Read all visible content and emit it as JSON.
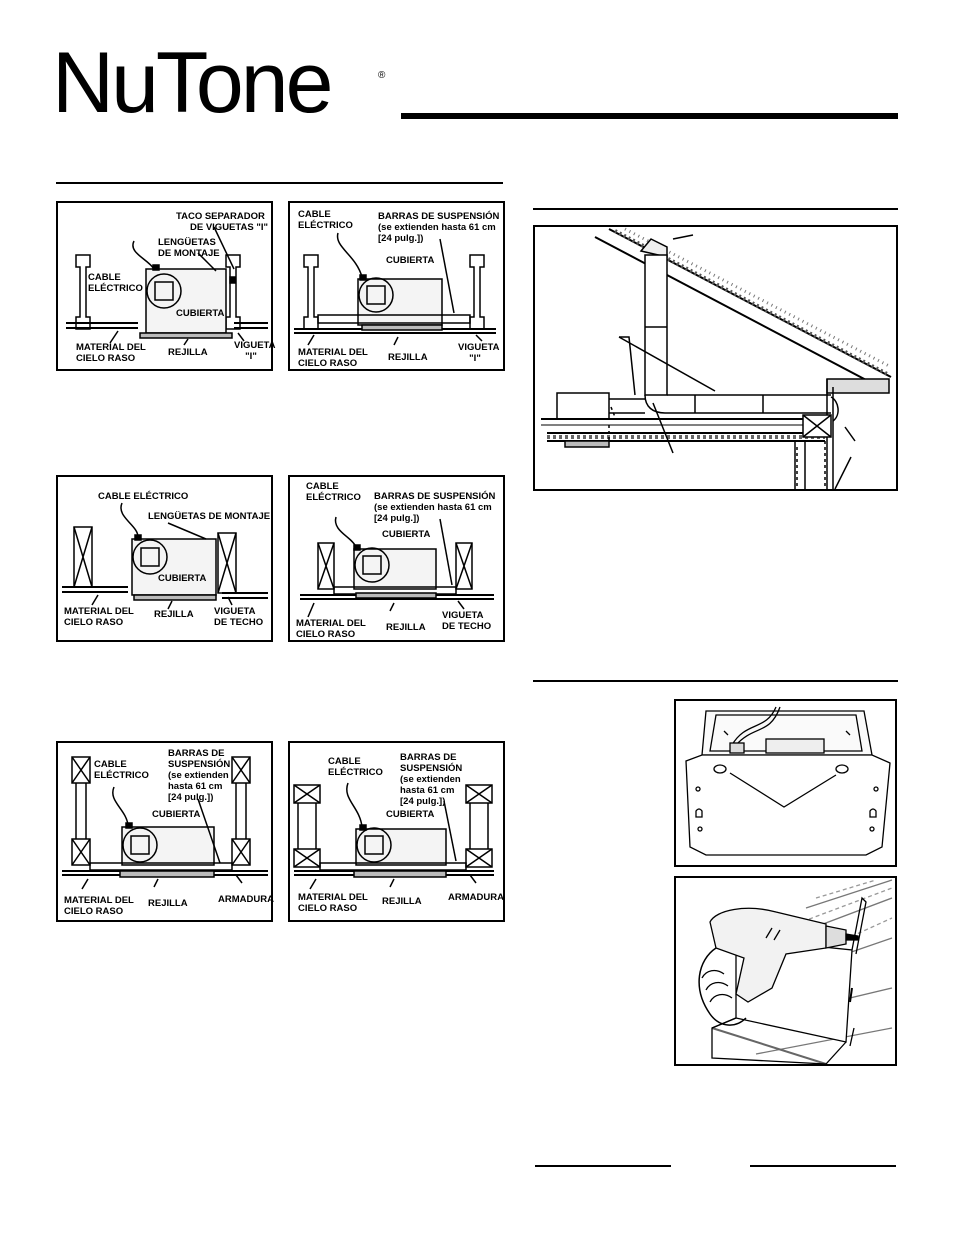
{
  "brand": {
    "name": "NuTone",
    "registered": "®"
  },
  "panels": {
    "p1": {
      "taco": "TACO SEPARADOR",
      "taco2": "DE VIGUETAS \"I\"",
      "leng": "LENGÜETAS",
      "leng2": "DE MONTAJE",
      "cable": "CABLE",
      "cable2": "ELÉCTRICO",
      "cubierta": "CUBIERTA",
      "mat": "MATERIAL DEL",
      "mat2": "CIELO RASO",
      "rejilla": "REJILLA",
      "vig": "VIGUETA",
      "vig2": "\"I\""
    },
    "p2": {
      "cable": "CABLE",
      "cable2": "ELÉCTRICO",
      "barras": "BARRAS DE SUSPENSIÓN",
      "barras2": "(se extienden hasta 61 cm",
      "barras3": "[24 pulg.])",
      "cubierta": "CUBIERTA",
      "mat": "MATERIAL DEL",
      "mat2": "CIELO RASO",
      "rejilla": "REJILLA",
      "vig": "VIGUETA",
      "vig2": "\"I\""
    },
    "p3": {
      "cable": "CABLE ELÉCTRICO",
      "leng": "LENGÜETAS DE MONTAJE",
      "cubierta": "CUBIERTA",
      "mat": "MATERIAL DEL",
      "mat2": "CIELO RASO",
      "rejilla": "REJILLA",
      "vig": "VIGUETA",
      "vig2": "DE TECHO"
    },
    "p4": {
      "cable": "CABLE",
      "cable2": "ELÉCTRICO",
      "barras": "BARRAS DE SUSPENSIÓN",
      "barras2": "(se extienden hasta 61 cm",
      "barras3": "[24 pulg.])",
      "cubierta": "CUBIERTA",
      "mat": "MATERIAL DEL",
      "mat2": "CIELO RASO",
      "rejilla": "REJILLA",
      "vig": "VIGUETA",
      "vig2": "DE TECHO"
    },
    "p5": {
      "cable": "CABLE",
      "cable2": "ELÉCTRICO",
      "barras": "BARRAS DE",
      "barras2": "SUSPENSIÓN",
      "barras3": "(se extienden",
      "barras4": "hasta 61 cm",
      "barras5": "[24 pulg.])",
      "cubierta": "CUBIERTA",
      "mat": "MATERIAL DEL",
      "mat2": "CIELO RASO",
      "rejilla": "REJILLA",
      "arm": "ARMADURA"
    },
    "p6": {
      "cable": "CABLE",
      "cable2": "ELÉCTRICO",
      "barras": "BARRAS DE",
      "barras2": "SUSPENSIÓN",
      "barras3": "(se extienden",
      "barras4": "hasta 61 cm",
      "barras5": "[24 pulg.])",
      "cubierta": "CUBIERTA",
      "mat": "MATERIAL DEL",
      "mat2": "CIELO RASO",
      "rejilla": "REJILLA",
      "arm": "ARMADURA"
    }
  }
}
